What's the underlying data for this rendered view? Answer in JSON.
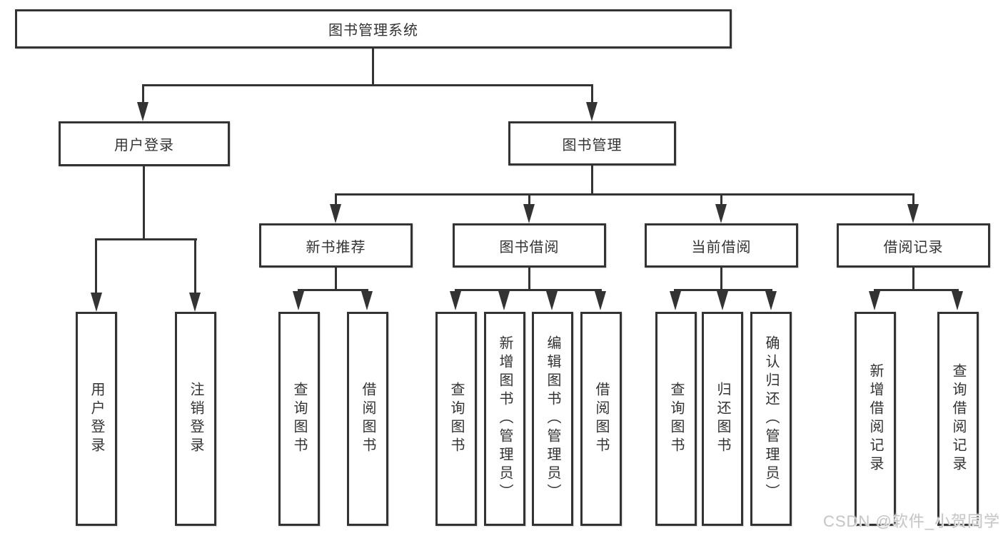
{
  "tree": {
    "root": {
      "label": "图书管理系统"
    },
    "branches": [
      {
        "label": "用户登录",
        "children": [
          "用户登录",
          "注销登录"
        ]
      },
      {
        "label": "图书管理",
        "children": [
          {
            "label": "新书推荐",
            "children": [
              "查询图书",
              "借阅图书"
            ]
          },
          {
            "label": "图书借阅",
            "children": [
              "查询图书",
              "新增图书（管理员）",
              "编辑图书（管理员）",
              "借阅图书"
            ]
          },
          {
            "label": "当前借阅",
            "children": [
              "查询图书",
              "归还图书",
              "确认归还（管理员）"
            ]
          },
          {
            "label": "借阅记录",
            "children": [
              "新增借阅记录",
              "查询借阅记录"
            ]
          }
        ]
      }
    ]
  },
  "watermark": {
    "text": "CSDN @软件_小贺同学"
  },
  "colors": {
    "line": "#333333",
    "box_border": "#333333",
    "text": "#333333",
    "watermark": "#c6c6c6",
    "background": "#ffffff"
  }
}
